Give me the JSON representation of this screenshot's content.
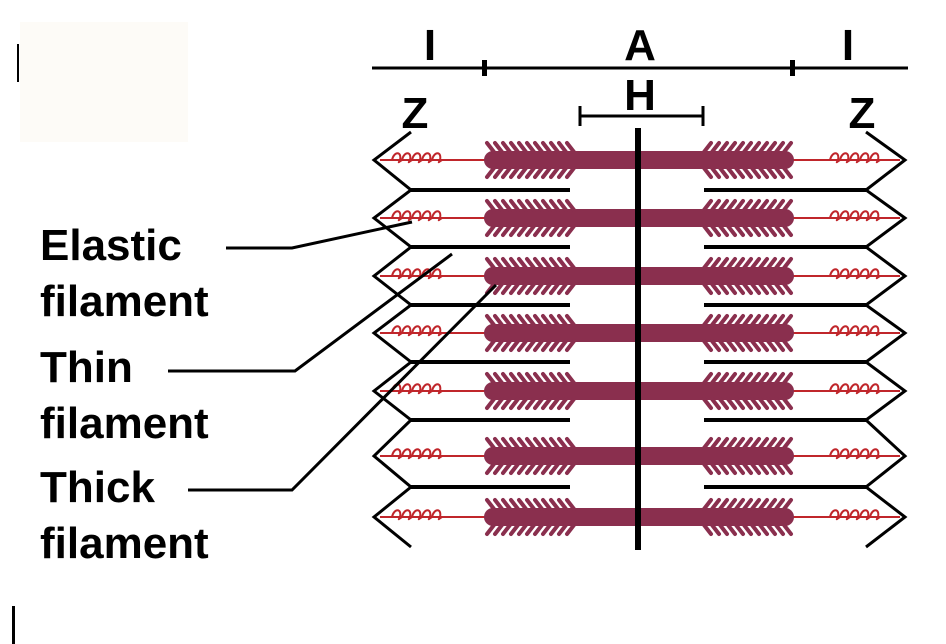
{
  "band_labels": {
    "i_left": "I",
    "a_band": "A",
    "i_right": "I",
    "h_zone": "H",
    "z_left": "Z",
    "z_right": "Z"
  },
  "callouts": [
    {
      "line1": "Elastic",
      "line2": "filament"
    },
    {
      "line1": "Thin",
      "line2": "filament"
    },
    {
      "line1": "Thick",
      "line2": "filament"
    }
  ],
  "colors": {
    "thick_filament": "#8a2f4e",
    "elastic_filament": "#c0262b",
    "thin_filament": "#000000",
    "ink": "#000000"
  },
  "sarcomere": {
    "rows": 7
  }
}
